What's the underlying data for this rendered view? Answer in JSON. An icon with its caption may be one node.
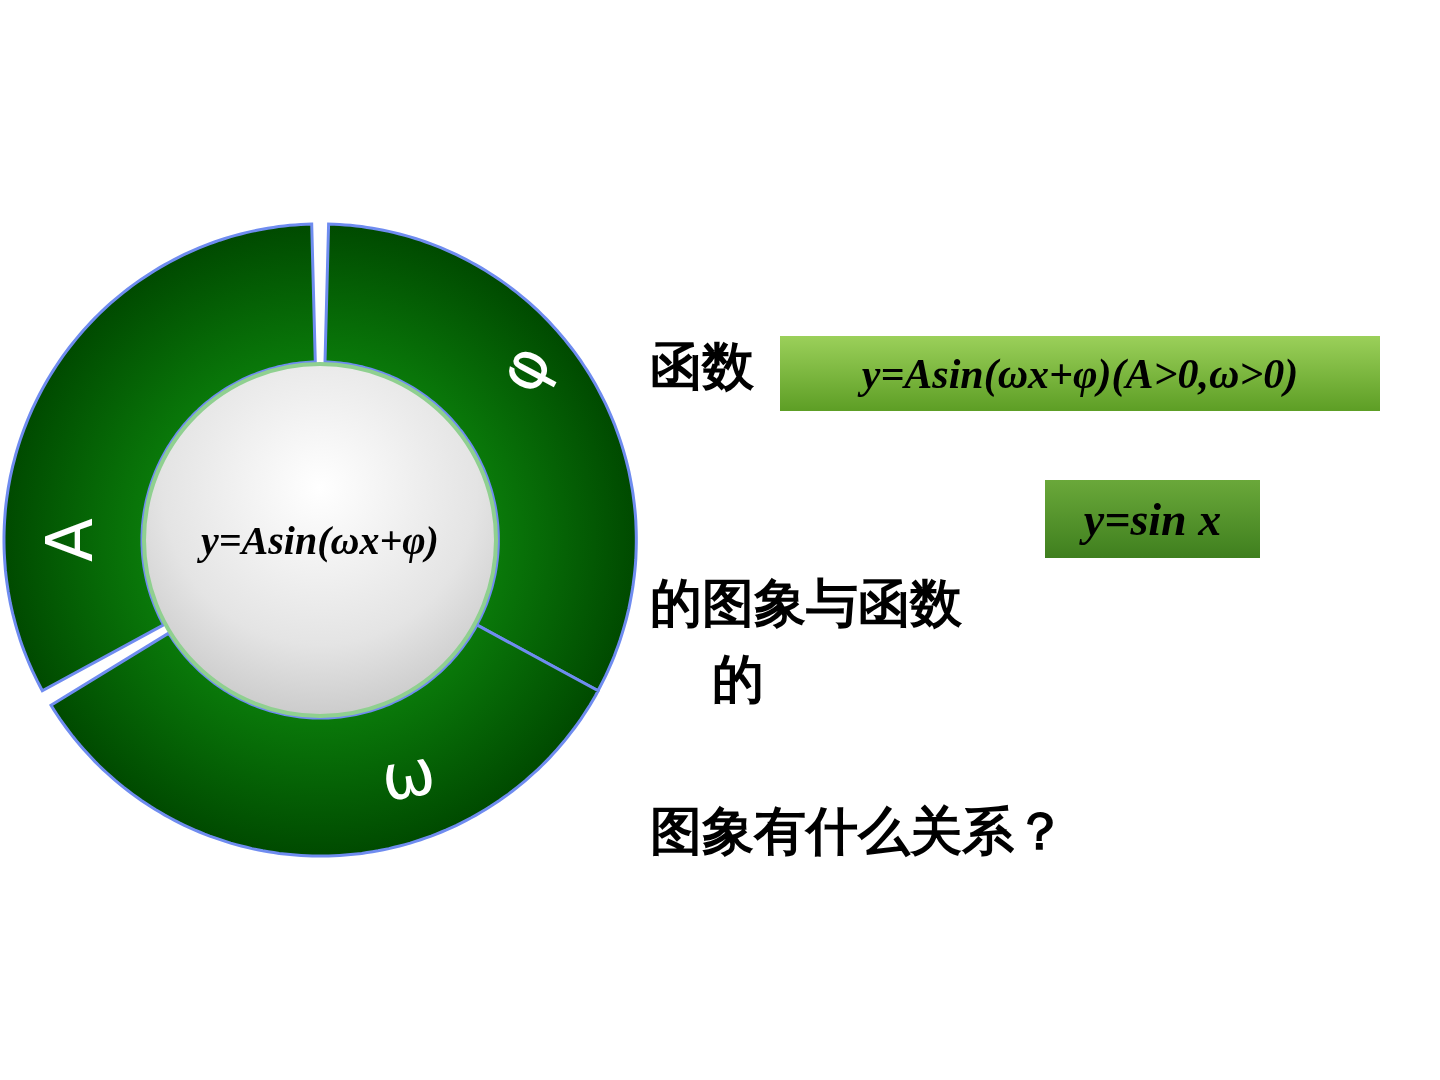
{
  "diagram": {
    "nodes": [
      {
        "text": [
          "A"
        ]
      },
      {
        "text": [
          "φ"
        ]
      },
      {
        "text": [
          "ω"
        ]
      },
      {
        "text": [
          "y=Asin(ωx+φ)"
        ]
      },
      {
        "text": [
          "y=Asin(ωx+φ)(A>0,ω>0)"
        ]
      },
      {
        "text": [
          "y=sin x"
        ]
      }
    ],
    "labels": [
      "函数",
      "的图象与函数",
      "的",
      "图象有什么关系？"
    ]
  }
}
